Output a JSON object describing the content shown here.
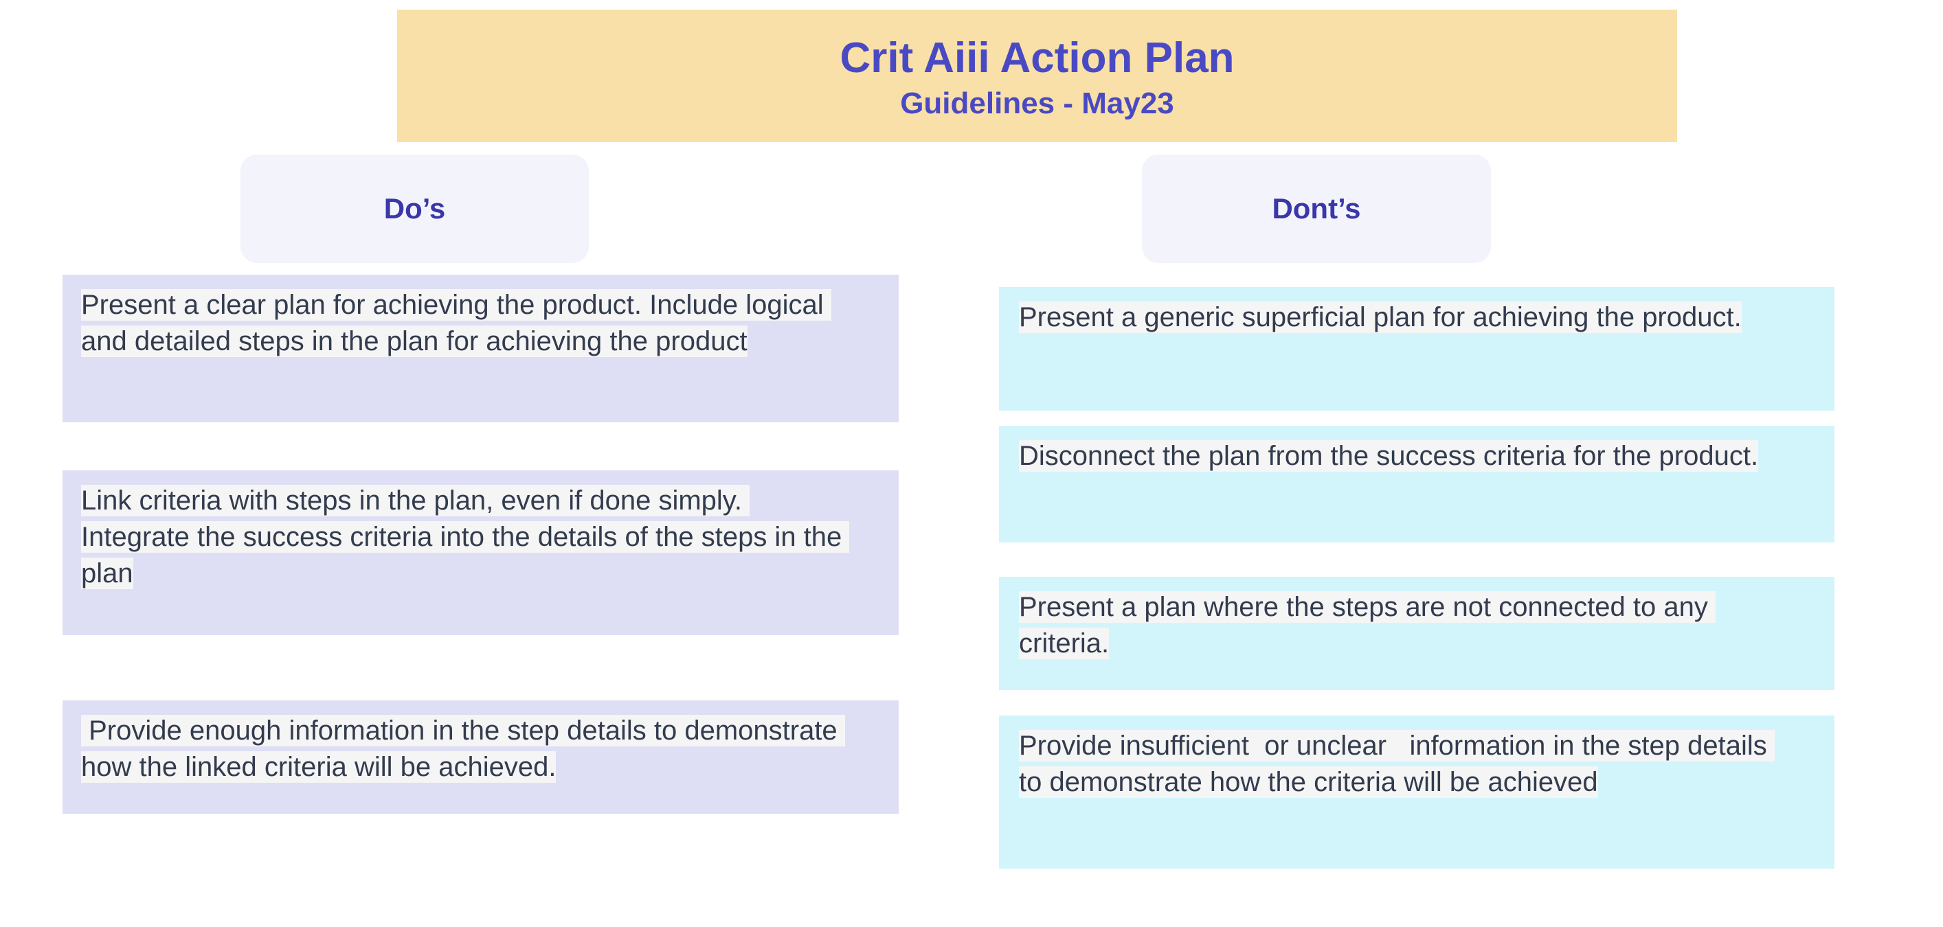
{
  "banner": {
    "title": "Crit Aiii Action Plan",
    "subtitle": "Guidelines - May23",
    "background_color": "#F8E0A8",
    "text_color": "#4A49C4"
  },
  "columns": {
    "dos": {
      "header_label": "Do’s",
      "header_background": "#F3F3FC",
      "card_background": "#DEDEF5",
      "items": [
        "Present a clear plan for achieving the product. Include logical and detailed steps in the plan for achieving the product",
        "Link criteria with steps in the plan, even if done simply. Integrate the success criteria into the details of the steps in the plan",
        " Provide enough information in the step details to demonstrate how the linked criteria will be achieved."
      ]
    },
    "donts": {
      "header_label": "Dont’s",
      "header_background": "#F3F3FC",
      "card_background": "#D2F5FC",
      "items": [
        "Present a generic superficial plan for achieving the product.",
        "Disconnect the plan from the success criteria for the product.",
        "Present a plan where the steps are not connected to any criteria.",
        "Provide insufficient  or unclear   information in the step details to demonstrate how the criteria will be achieved"
      ]
    }
  },
  "styles": {
    "text_color": "#333C4E",
    "text_highlight": "#F5F5F5",
    "header_text_color": "#3A37A8"
  }
}
